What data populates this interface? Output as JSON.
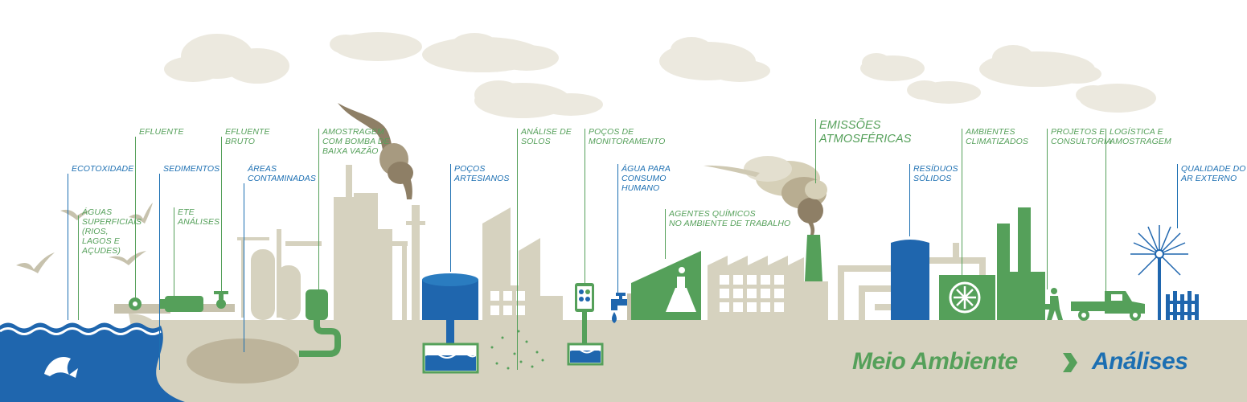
{
  "labels": {
    "ecotoxidade": "ECOTOXIDADE",
    "aguas": "ÁGUAS\nSUPERFICIAIS\n(RIOS,\nLAGOS E\nAÇUDES)",
    "efluente": "EFLUENTE",
    "sedimentos": "SEDIMENTOS",
    "ete": "ETE\nANÁLISES",
    "efluente_bruto": "EFLUENTE\nBRUTO",
    "areas": "ÁREAS\nCONTAMINADAS",
    "amostragem": "AMOSTRAGEM\nCOM BOMBA DE\nBAIXA VAZÃO",
    "pocos_artesianos": "POÇOS\nARTESIANOS",
    "analise_solos": "ANÁLISE DE\nSOLOS",
    "pocos_monitoramento": "POÇOS DE\nMONITORAMENTO",
    "agua_consumo": "ÁGUA PARA\nCONSUMO\nHUMANO",
    "agentes": "AGENTES QUÍMICOS\nNO AMBIENTE DE TRABALHO",
    "emissoes": "EMISSÕES\nATMOSFÉRICAS",
    "residuos": "RESÍDUOS\nSÓLIDOS",
    "ambientes": "AMBIENTES\nCLIMATIZADOS",
    "projetos": "PROJETOS E\nCONSULTORIA",
    "logistica": "LOGÍSTICA E\nAMOSTRAGEM",
    "qualidade": "QUALIDADE DO\nAR EXTERNO"
  },
  "breadcrumb": {
    "home": "Meio Ambiente",
    "separator": "chevron-right-icon",
    "current": "Análises"
  },
  "colors": {
    "green": "#55a05a",
    "blue": "#1c6fb2",
    "beige": "#d6d2bf",
    "beige_dark": "#c7c2ad",
    "cloud": "#ece9df",
    "water": "#1f66ae",
    "smoke": "#8e7f66"
  }
}
